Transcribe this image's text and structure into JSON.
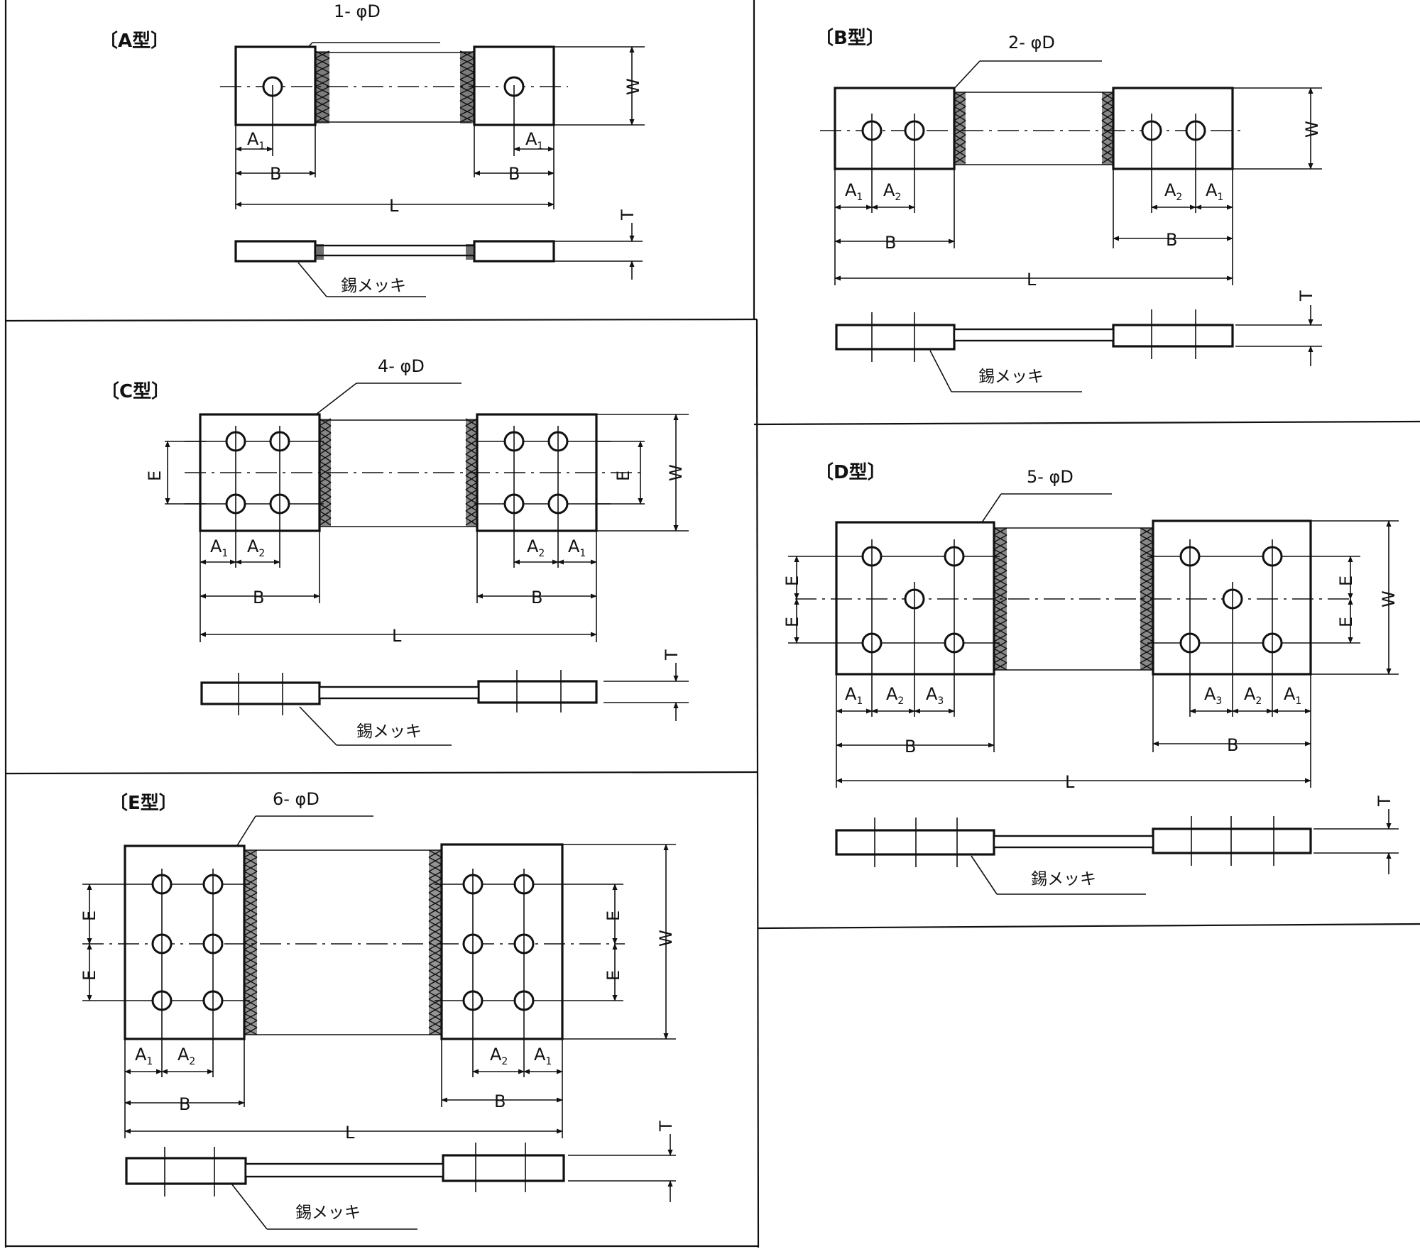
{
  "panels": {
    "a": {
      "title": "〔A型〕",
      "holes": "1- φD"
    },
    "b": {
      "title": "〔B型〕",
      "holes": "2- φD"
    },
    "c": {
      "title": "〔C型〕",
      "holes": "4- φD"
    },
    "d": {
      "title": "〔D型〕",
      "holes": "5- φD"
    },
    "e": {
      "title": "〔E型〕",
      "holes": "6- φD"
    }
  },
  "labels": {
    "A": "A",
    "sub1": "1",
    "sub2": "2",
    "sub3": "3",
    "B": "B",
    "L": "L",
    "W": "W",
    "T": "T",
    "E": "E",
    "plating": "錫メッキ"
  }
}
